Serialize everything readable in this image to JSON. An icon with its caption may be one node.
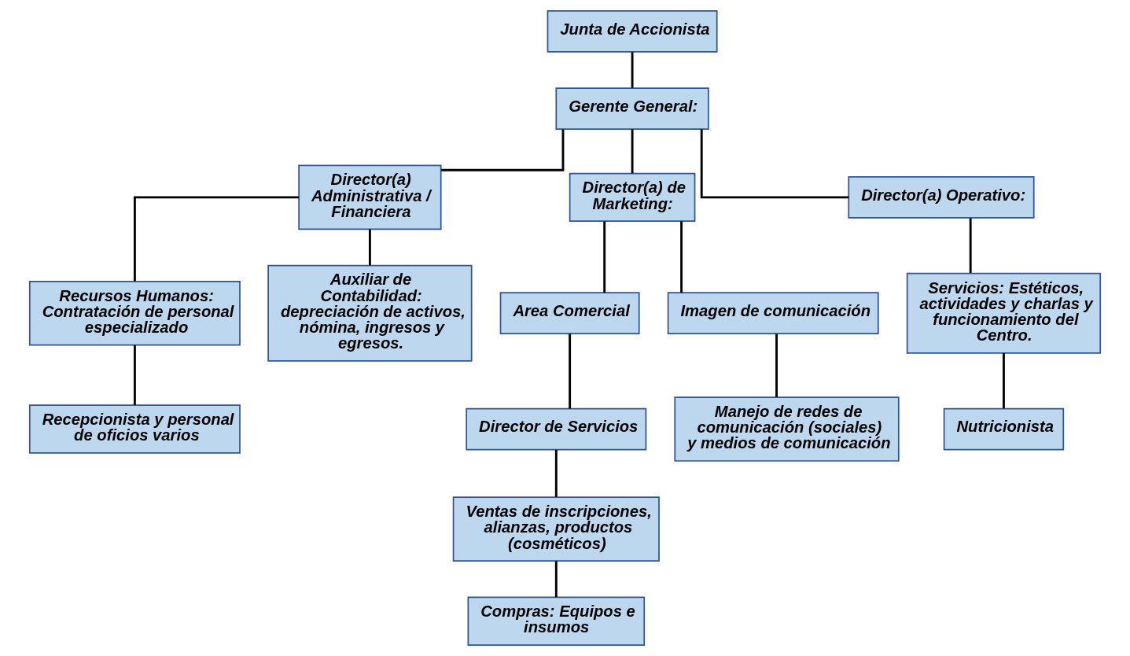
{
  "diagram": {
    "nodes": [
      {
        "text": [
          "Junta de Accionista"
        ]
      },
      {
        "text": [
          "Gerente General:"
        ]
      },
      {
        "text": [
          "Director(a) Administrativa / Financiera"
        ]
      },
      {
        "text": [
          "Director(a) de Marketing:"
        ]
      },
      {
        "text": [
          "Director(a) Operativo:"
        ]
      },
      {
        "text": [
          "Recursos Humanos: Contratación de personal especializado"
        ]
      },
      {
        "text": [
          "Auxiliar de Contabilidad: depreciación de activos, nómina, ingresos y egresos."
        ]
      },
      {
        "text": [
          "Area Comercial"
        ]
      },
      {
        "text": [
          "Imagen de comunicación"
        ]
      },
      {
        "text": [
          "Servicios: Estéticos, actividades y charlas y funcionamiento del Centro."
        ]
      },
      {
        "text": [
          "Recepcionista y personal de oficios varios"
        ]
      },
      {
        "text": [
          "Director de Servicios"
        ]
      },
      {
        "text": [
          "Manejo de redes de comunicación (sociales) y medios de comunicación"
        ]
      },
      {
        "text": [
          "Ventas de inscripciones, alianzas, productos (cosméticos)"
        ]
      },
      {
        "text": [
          "Nutricionista"
        ]
      },
      {
        "text": [
          "Compras: Equipos e insumos"
        ]
      }
    ],
    "edges": [
      {
        "from": 0,
        "to": 1,
        "arrow": "none"
      },
      {
        "from": 1,
        "to": 2,
        "arrow": "none"
      },
      {
        "from": 1,
        "to": 3,
        "arrow": "none"
      },
      {
        "from": 1,
        "to": 4,
        "arrow": "none"
      },
      {
        "from": 2,
        "to": 5,
        "arrow": "none"
      },
      {
        "from": 2,
        "to": 6,
        "arrow": "none"
      },
      {
        "from": 3,
        "to": 7,
        "arrow": "none"
      },
      {
        "from": 3,
        "to": 8,
        "arrow": "none"
      },
      {
        "from": 4,
        "to": 9,
        "arrow": "none"
      },
      {
        "from": 5,
        "to": 10,
        "arrow": "none"
      },
      {
        "from": 7,
        "to": 11,
        "arrow": "none"
      },
      {
        "from": 8,
        "to": 12,
        "arrow": "none"
      },
      {
        "from": 11,
        "to": 13,
        "arrow": "none"
      },
      {
        "from": 9,
        "to": 14,
        "arrow": "none"
      },
      {
        "from": 13,
        "to": 15,
        "arrow": "none"
      }
    ]
  }
}
